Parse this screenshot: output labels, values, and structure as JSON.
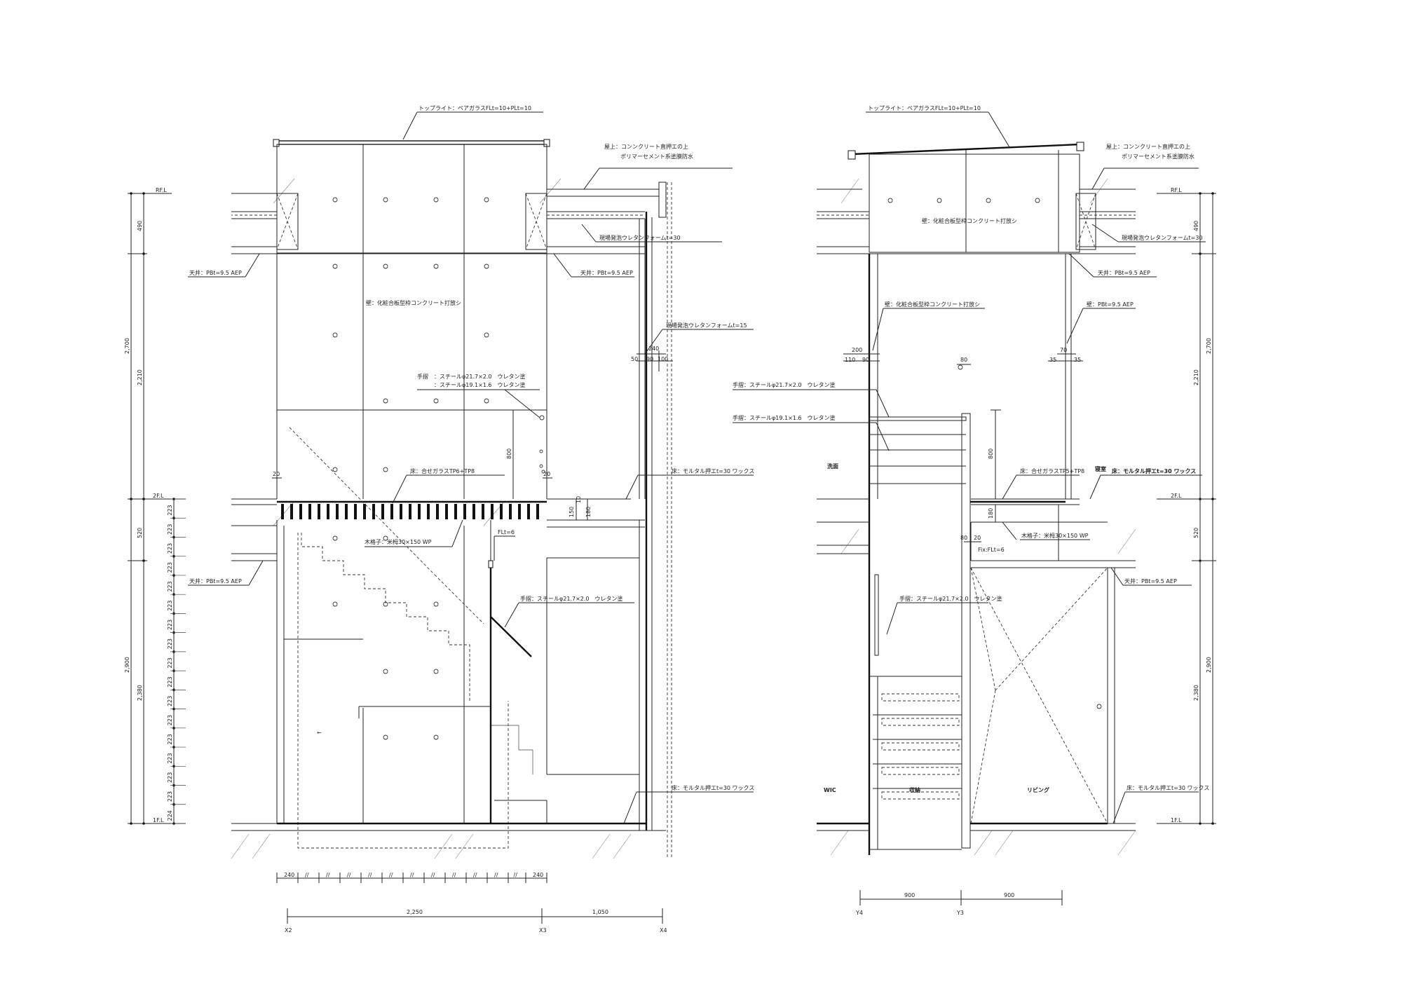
{
  "left": {
    "labels": {
      "toplight": "トップライト：ペアガラスFLt=10+PLt=10",
      "roof1": "屋上：コンンクリート直押エの上",
      "roof2": "ポリマーセメント系塗膜防水",
      "foam30": "現場発泡ウレタンフォームt=30",
      "ceilL": "天井：PBt=9.5 AEP",
      "ceilR": "天井：PBt=9.5 AEP",
      "wall": "壁：化粧合板型枠コンクリート打放シ",
      "foam15": "現場発泡ウレタンフォームt=15",
      "rail1": "手摺　：スチールφ21.7×2.0　ウレタン塗",
      "rail2": "　　　：スチールφ19.1×1.6　ウレタン塗",
      "floorGlass": "床：合せガラスTP6+TP8",
      "floorMortar2": "床：モルタル押エt=30 ワックス",
      "lattice": "木格子：米栂30×150 WP",
      "fl6": "FLt=6",
      "rail3": "手摺：スチールφ21.7×2.0　ウレタン塗",
      "ceil1F": "天井：PBt=9.5 AEP",
      "floorMortar1": "床：モルタル押エt=30 ワックス",
      "rfl": "RF.L",
      "fl2": "2F.L",
      "fl1": "1F.L"
    },
    "dims": {
      "d490": "490",
      "d2700": "2,700",
      "d2210": "2,210",
      "d520": "520",
      "d2900": "2,900",
      "d2380": "2,380",
      "step": "223",
      "step_last": "224",
      "d20a": "20",
      "d20b": "20",
      "d240": "240",
      "d50": "50",
      "d90": "90",
      "d100": "100",
      "d800": "800",
      "d150": "150",
      "d10": "10",
      "d180": "180"
    },
    "bottom": {
      "edge": "240",
      "mark": "//",
      "span1": "2,250",
      "span2": "1,050",
      "axis1": "X2",
      "axis2": "X3",
      "axis3": "X4"
    },
    "room_arrow": "←"
  },
  "right": {
    "labels": {
      "toplight": "トップライト：ペアガラスFLt=10+PLt=10",
      "roof1": "屋上：コンンクリート直押エの上",
      "roof2": "ポリマーセメント系塗膜防水",
      "wallUpper": "壁：化粧合板型枠コンクリート打放シ",
      "foam30": "現場発泡ウレタンフォームt=30",
      "ceilR": "天井：PBt=9.5 AEP",
      "wallL": "壁：化粧合板型枠コンクリート打放シ",
      "wallPB": "壁：PBt=9.5 AEP",
      "rail1": "手摺：スチールφ21.7×2.0　ウレタン塗",
      "rail2": "手摺：スチールφ19.1×1.6　ウレタン塗",
      "floorGlass": "床：合せガラスTP5+TP8",
      "bedroom": "寝室",
      "floorMortar2": "床：モルタル押エt=30 ワックス",
      "lattice": "木格子：米栂30×150 WP",
      "fix": "Fix:FLt=6",
      "rail3": "手摺：スチールφ21.7×2.0　ウレタン塗",
      "ceil1F": "天井：PBt=9.5 AEP",
      "floorMortar1": "床：モルタル押エt=30 ワックス",
      "washroom": "洗面",
      "wic": "WIC",
      "storage": "収納",
      "living": "リビング",
      "rfl": "RF.L",
      "fl2": "2F.L",
      "fl1": "1F.L"
    },
    "dims": {
      "d200": "200",
      "d110": "110",
      "d90": "90",
      "d80a": "80",
      "d70": "70",
      "d35a": "35",
      "d35b": "35",
      "d800": "800",
      "d180": "180",
      "d80b": "80",
      "d20": "20",
      "d490": "490",
      "d2700": "2,700",
      "d2210": "2,210",
      "d520": "520",
      "d2900": "2,900",
      "d2380": "2,380"
    },
    "bottom": {
      "span1": "900",
      "span2": "900",
      "axis1": "Y4",
      "axis2": "Y3"
    }
  }
}
